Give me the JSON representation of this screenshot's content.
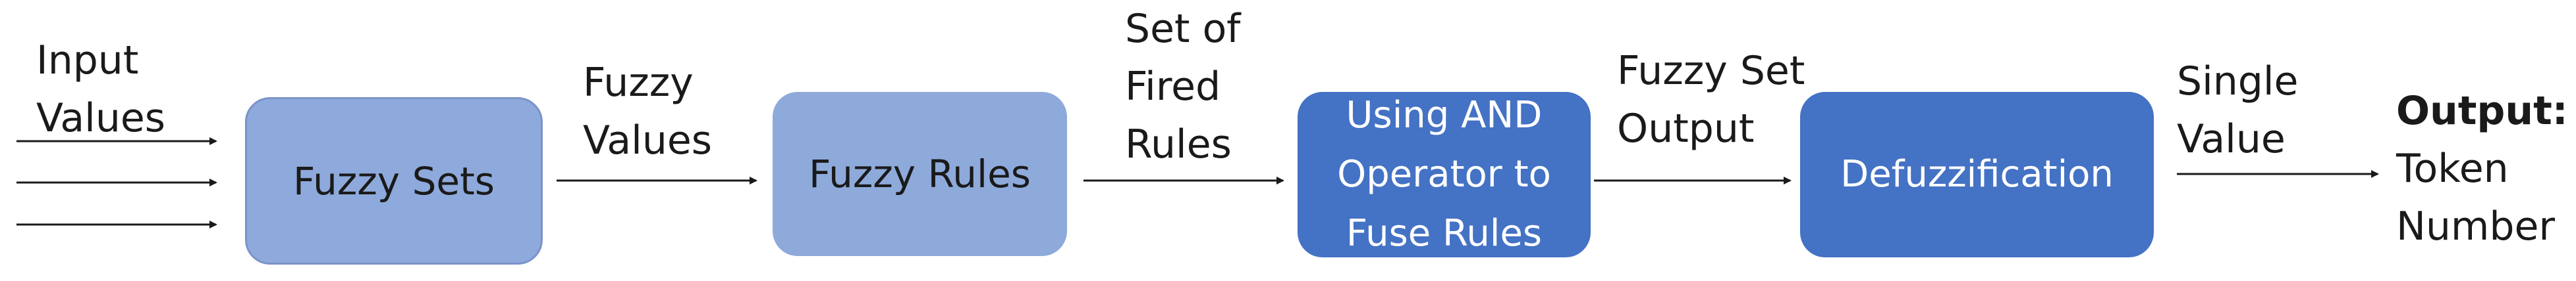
{
  "boxes": {
    "fuzzy_sets": {
      "lines": [
        "Fuzzy Sets"
      ]
    },
    "fuzzy_rules": {
      "lines": [
        "Fuzzy Rules"
      ]
    },
    "and_operator": {
      "lines": [
        "Using AND",
        "Operator to",
        "Fuse Rules"
      ]
    },
    "defuzzification": {
      "lines": [
        "Defuzzification"
      ]
    }
  },
  "labels": {
    "input_values": [
      "Input",
      "Values"
    ],
    "fuzzy_values": [
      "Fuzzy",
      "Values"
    ],
    "set_of_fired_rules": [
      "Set of",
      "Fired",
      "Rules"
    ],
    "fuzzy_set_output": [
      "Fuzzy Set",
      "Output"
    ],
    "single_value": [
      "Single",
      "Value"
    ],
    "output": {
      "heading": "Output:",
      "lines": [
        "Token",
        "Number"
      ]
    }
  },
  "colors": {
    "fuzzy_sets_fill": "#8ea9db",
    "fuzzy_sets_border": "#7b93c8",
    "fuzzy_rules_fill": "#8eaadb",
    "dark_box_fill": "#4472c4",
    "arrow": "#1a1a1a"
  }
}
